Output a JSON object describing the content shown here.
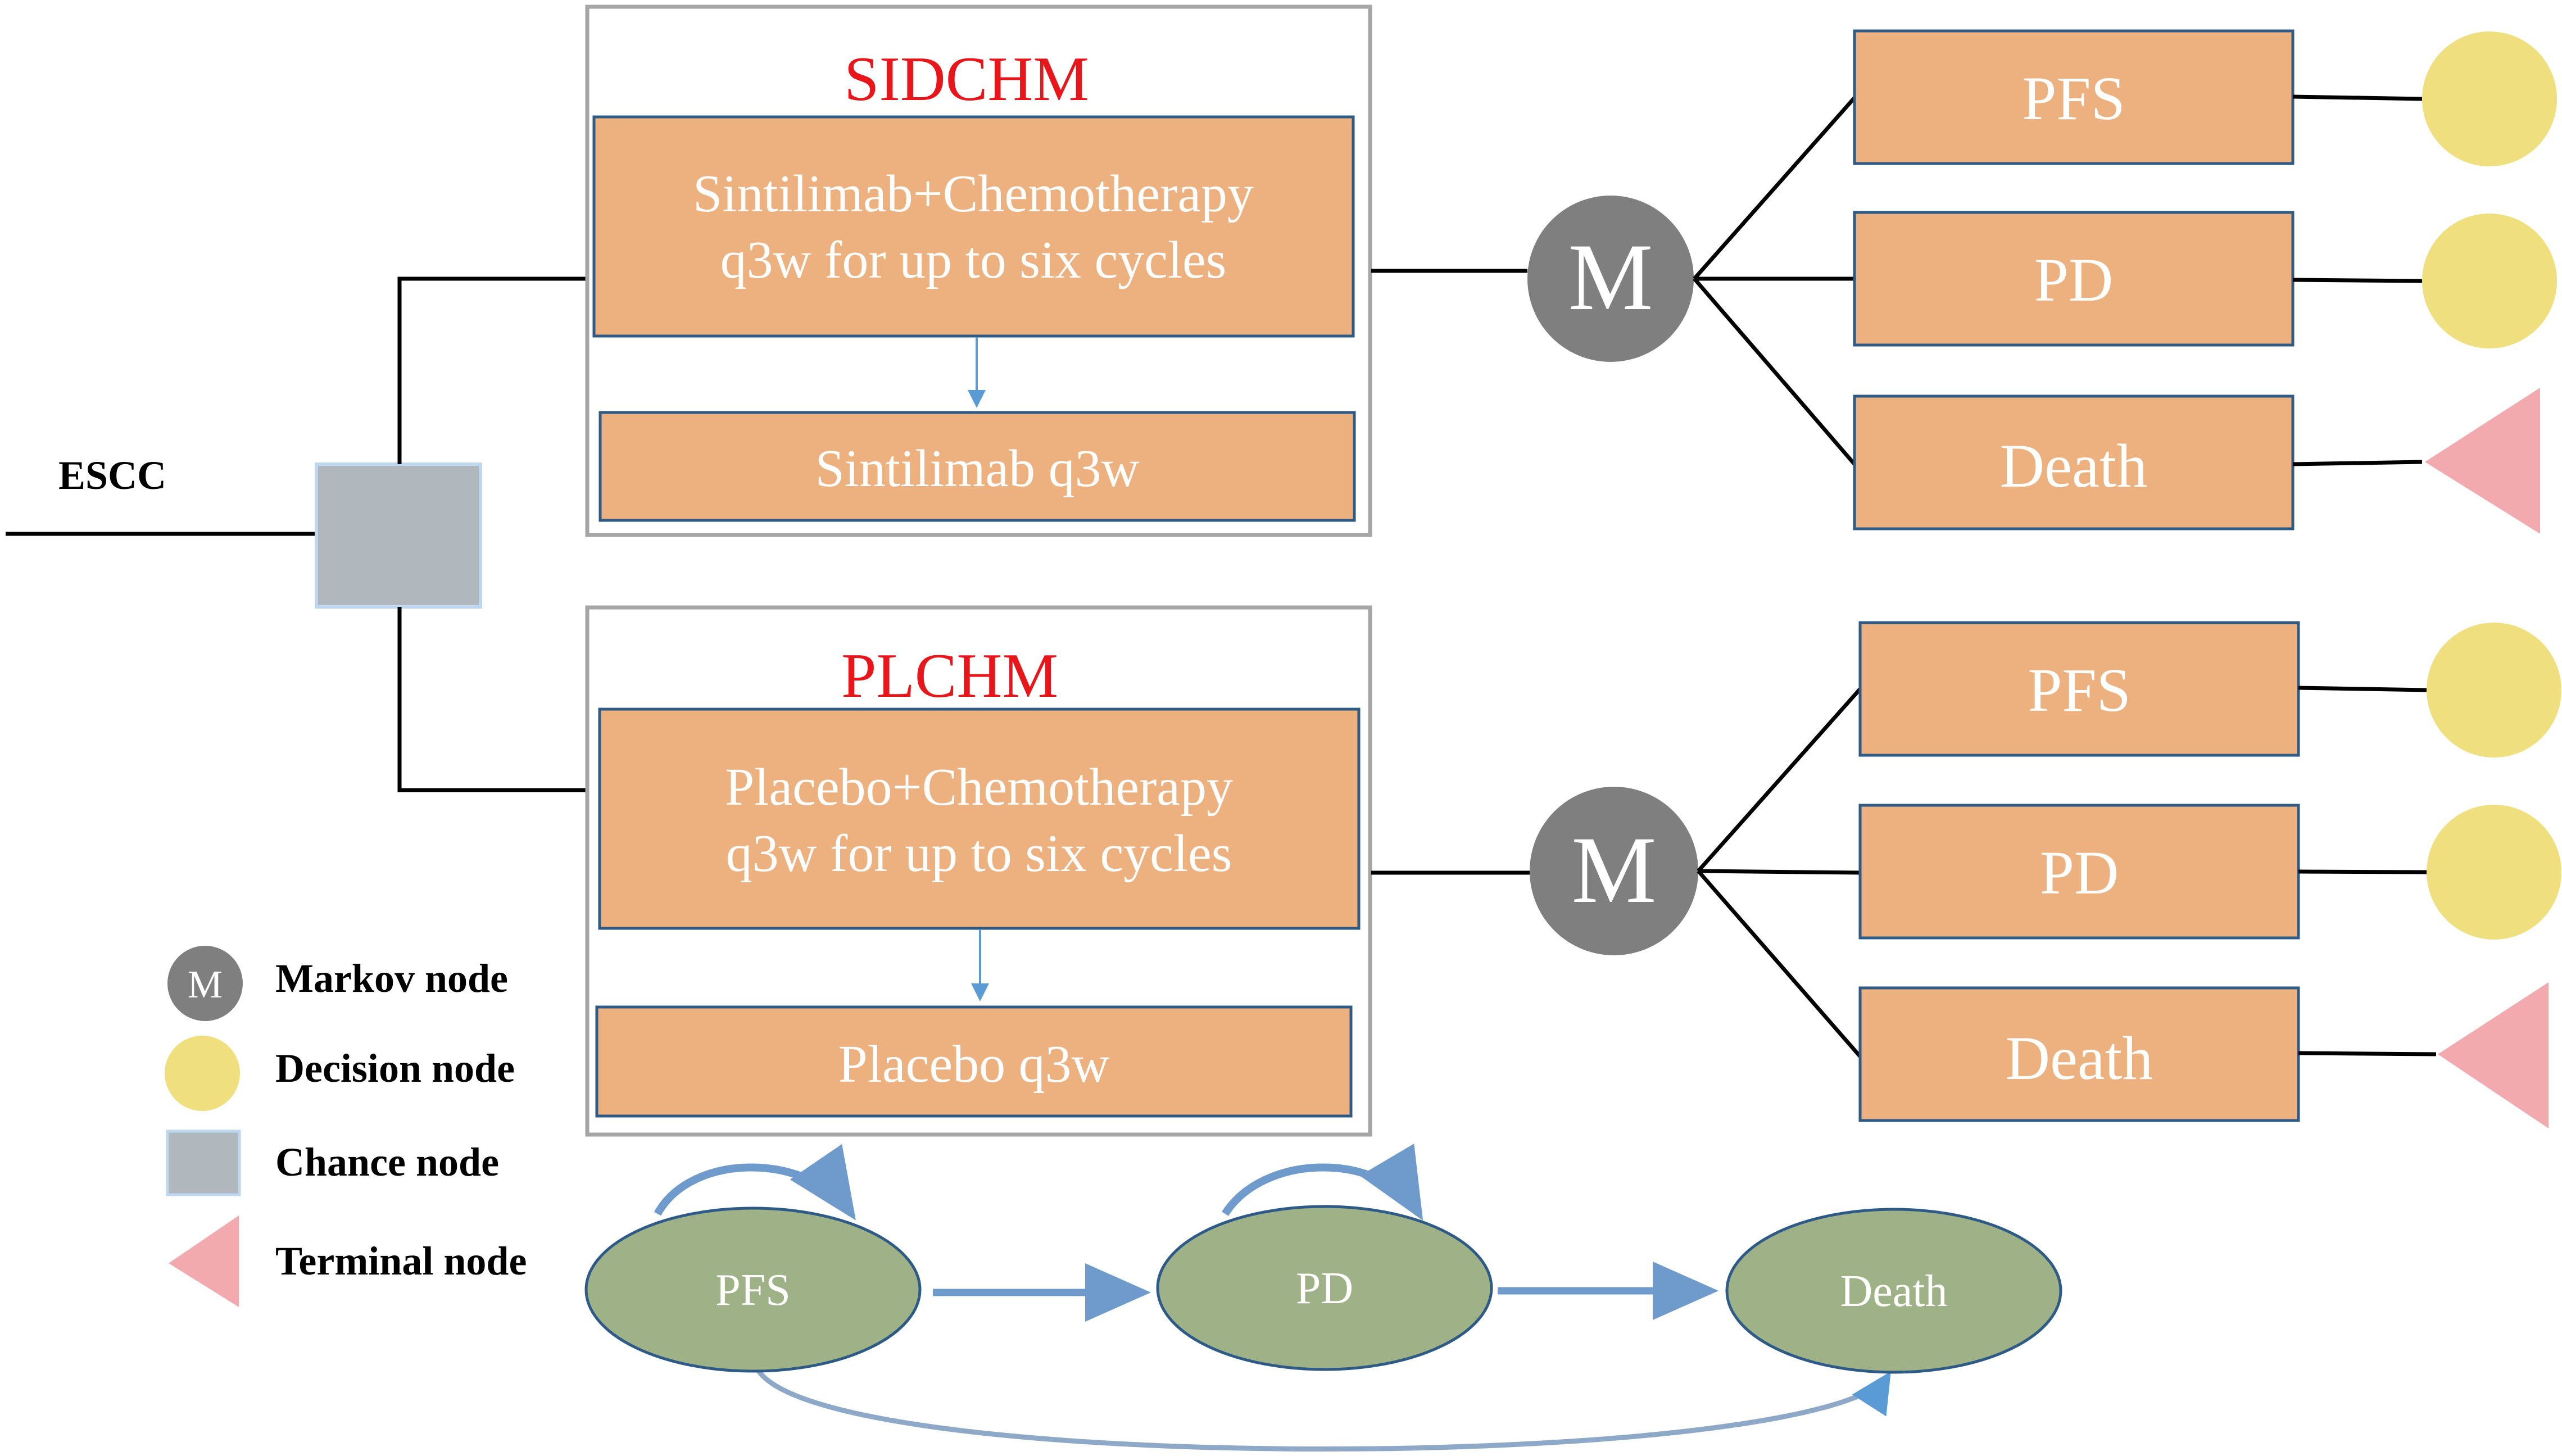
{
  "root_label": "ESCC",
  "arms": [
    {
      "name": "SIDCHM",
      "induction_line1": "Sintilimab+Chemotherapy",
      "induction_line2": "q3w for up to six cycles",
      "maintenance": "Sintilimab q3w",
      "markov_label": "M",
      "states": [
        "PFS",
        "PD",
        "Death"
      ]
    },
    {
      "name": "PLCHM",
      "induction_line1": "Placebo+Chemotherapy",
      "induction_line2": "q3w for up to six cycles",
      "maintenance": "Placebo q3w",
      "markov_label": "M",
      "states": [
        "PFS",
        "PD",
        "Death"
      ]
    }
  ],
  "legend": {
    "markov_symbol": "M",
    "markov": "Markov node",
    "decision": "Decision node",
    "chance": "Chance node",
    "terminal": "Terminal node"
  },
  "transitions": {
    "states": [
      "PFS",
      "PD",
      "Death"
    ]
  },
  "colors": {
    "box_fill": "#EDB07F",
    "box_stroke": "#2E5A87",
    "arm_title": "#E8161B",
    "markov_node": "#7F7F7F",
    "decision_node": "#F0DF7E",
    "chance_node": "#B0B7BD",
    "terminal_node": "#F2AAAF",
    "state_ellipse": "#9FB186",
    "arrow": "#6E9BCB"
  }
}
